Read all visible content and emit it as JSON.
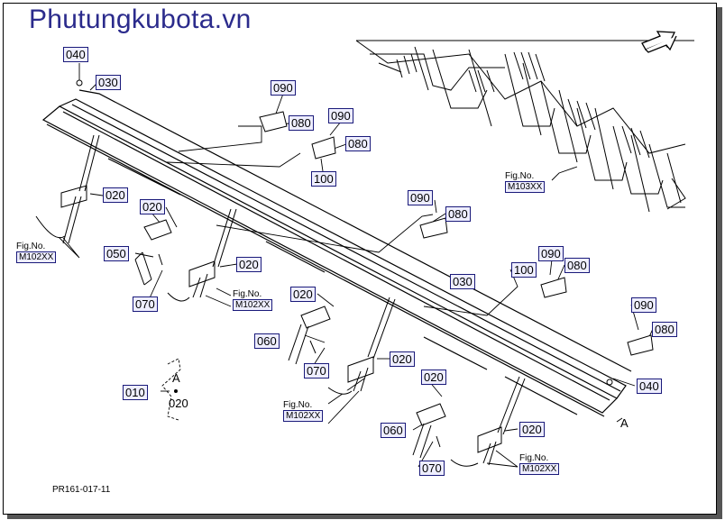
{
  "brand": "Phutungkubota.vn",
  "drawing_code": "PR161-017-11",
  "part_labels": {
    "p040a": "040",
    "p030a": "030",
    "p090a": "090",
    "p080a": "080",
    "p090b": "090",
    "p080b": "080",
    "p100a": "100",
    "p020a": "020",
    "p020b": "020",
    "p050": "050",
    "p070a": "070",
    "p020c": "020",
    "p090c": "090",
    "p080c": "080",
    "p030b": "030",
    "p100b": "100",
    "p090d": "090",
    "p080d": "080",
    "p020d": "020",
    "p060a": "060",
    "p070b": "070",
    "p020e": "020",
    "p090e": "090",
    "p080e": "080",
    "p040b": "040",
    "p010": "010",
    "p020f": "020",
    "p060b": "060",
    "p070c": "070",
    "p020g": "020"
  },
  "fig_refs": {
    "f1_line1": "Fig.No.",
    "f1_line2": "M102XX",
    "f2_line1": "Fig.No.",
    "f2_line2": "M102XX",
    "f3_line1": "Fig.No.",
    "f3_line2": "M102XX",
    "f4_line1": "Fig.No.",
    "f4_line2": "M102XX",
    "f5_line1": "Fig.No.",
    "f5_line2": "M103XX"
  },
  "callouts": {
    "a_marker": "A",
    "a_inset": "A",
    "a_inset_part": "020"
  },
  "icons": {
    "direction": "direction-arrow-icon"
  }
}
